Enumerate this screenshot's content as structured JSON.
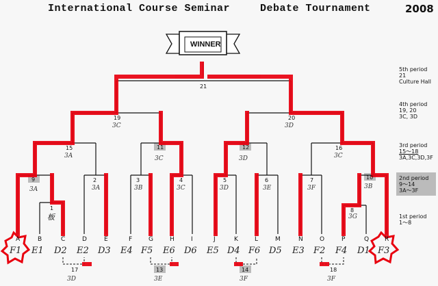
{
  "header": {
    "seminar_title": "International Course Seminar",
    "event_title": "Debate Tournament",
    "year": "2008"
  },
  "winner_label": "WINNER",
  "match_numbers": {
    "m1": "1",
    "m2": "2",
    "m3": "3",
    "m4": "4",
    "m5": "5",
    "m6": "6",
    "m7": "7",
    "m8": "8",
    "m9": "9",
    "m10": "10",
    "m11": "11",
    "m12": "12",
    "m13": "13",
    "m14": "14",
    "m15": "15",
    "m16": "16",
    "m17": "17",
    "m18": "18",
    "m19": "19",
    "m20": "20",
    "m21": "21"
  },
  "match_notes": {
    "m1": "板",
    "m2": "3A",
    "m3": "3B",
    "m4": "3C",
    "m5": "3D",
    "m6": "3E",
    "m7": "3F",
    "m8": "3G",
    "m9": "3A",
    "m10": "3B",
    "m11": "3C",
    "m12": "3D",
    "m13": "3E",
    "m14": "3F",
    "m15": "3A",
    "m16": "3C",
    "m17": "3D",
    "m18": "3F",
    "m19": "3C",
    "m20": "3D"
  },
  "slot_letters": [
    "A",
    "B",
    "C",
    "D",
    "E",
    "F",
    "G",
    "H",
    "I",
    "J",
    "K",
    "L",
    "M",
    "N",
    "O",
    "P",
    "Q",
    "R"
  ],
  "teams": [
    "F1",
    "E1",
    "D2",
    "E2",
    "D3",
    "E4",
    "F5",
    "E6",
    "D6",
    "E5",
    "D4",
    "F6",
    "D5",
    "E3",
    "F2",
    "F4",
    "D1",
    "F3"
  ],
  "periods": [
    {
      "name": "5th period",
      "lines": [
        "21",
        "Culture Hall"
      ]
    },
    {
      "name": "4th period",
      "lines": [
        "19, 20",
        "3C, 3D"
      ]
    },
    {
      "name": "3rd period",
      "lines": [
        "15～18",
        "3A,3C,3D,3F"
      ]
    },
    {
      "name": "2nd period",
      "lines": [
        "9～14",
        "3A～3F"
      ]
    },
    {
      "name": "1st period",
      "lines": [
        "1～8"
      ]
    }
  ],
  "colors": {
    "highlight": "#e8000f",
    "line": "#111111",
    "shade": "#bbbbbb"
  }
}
